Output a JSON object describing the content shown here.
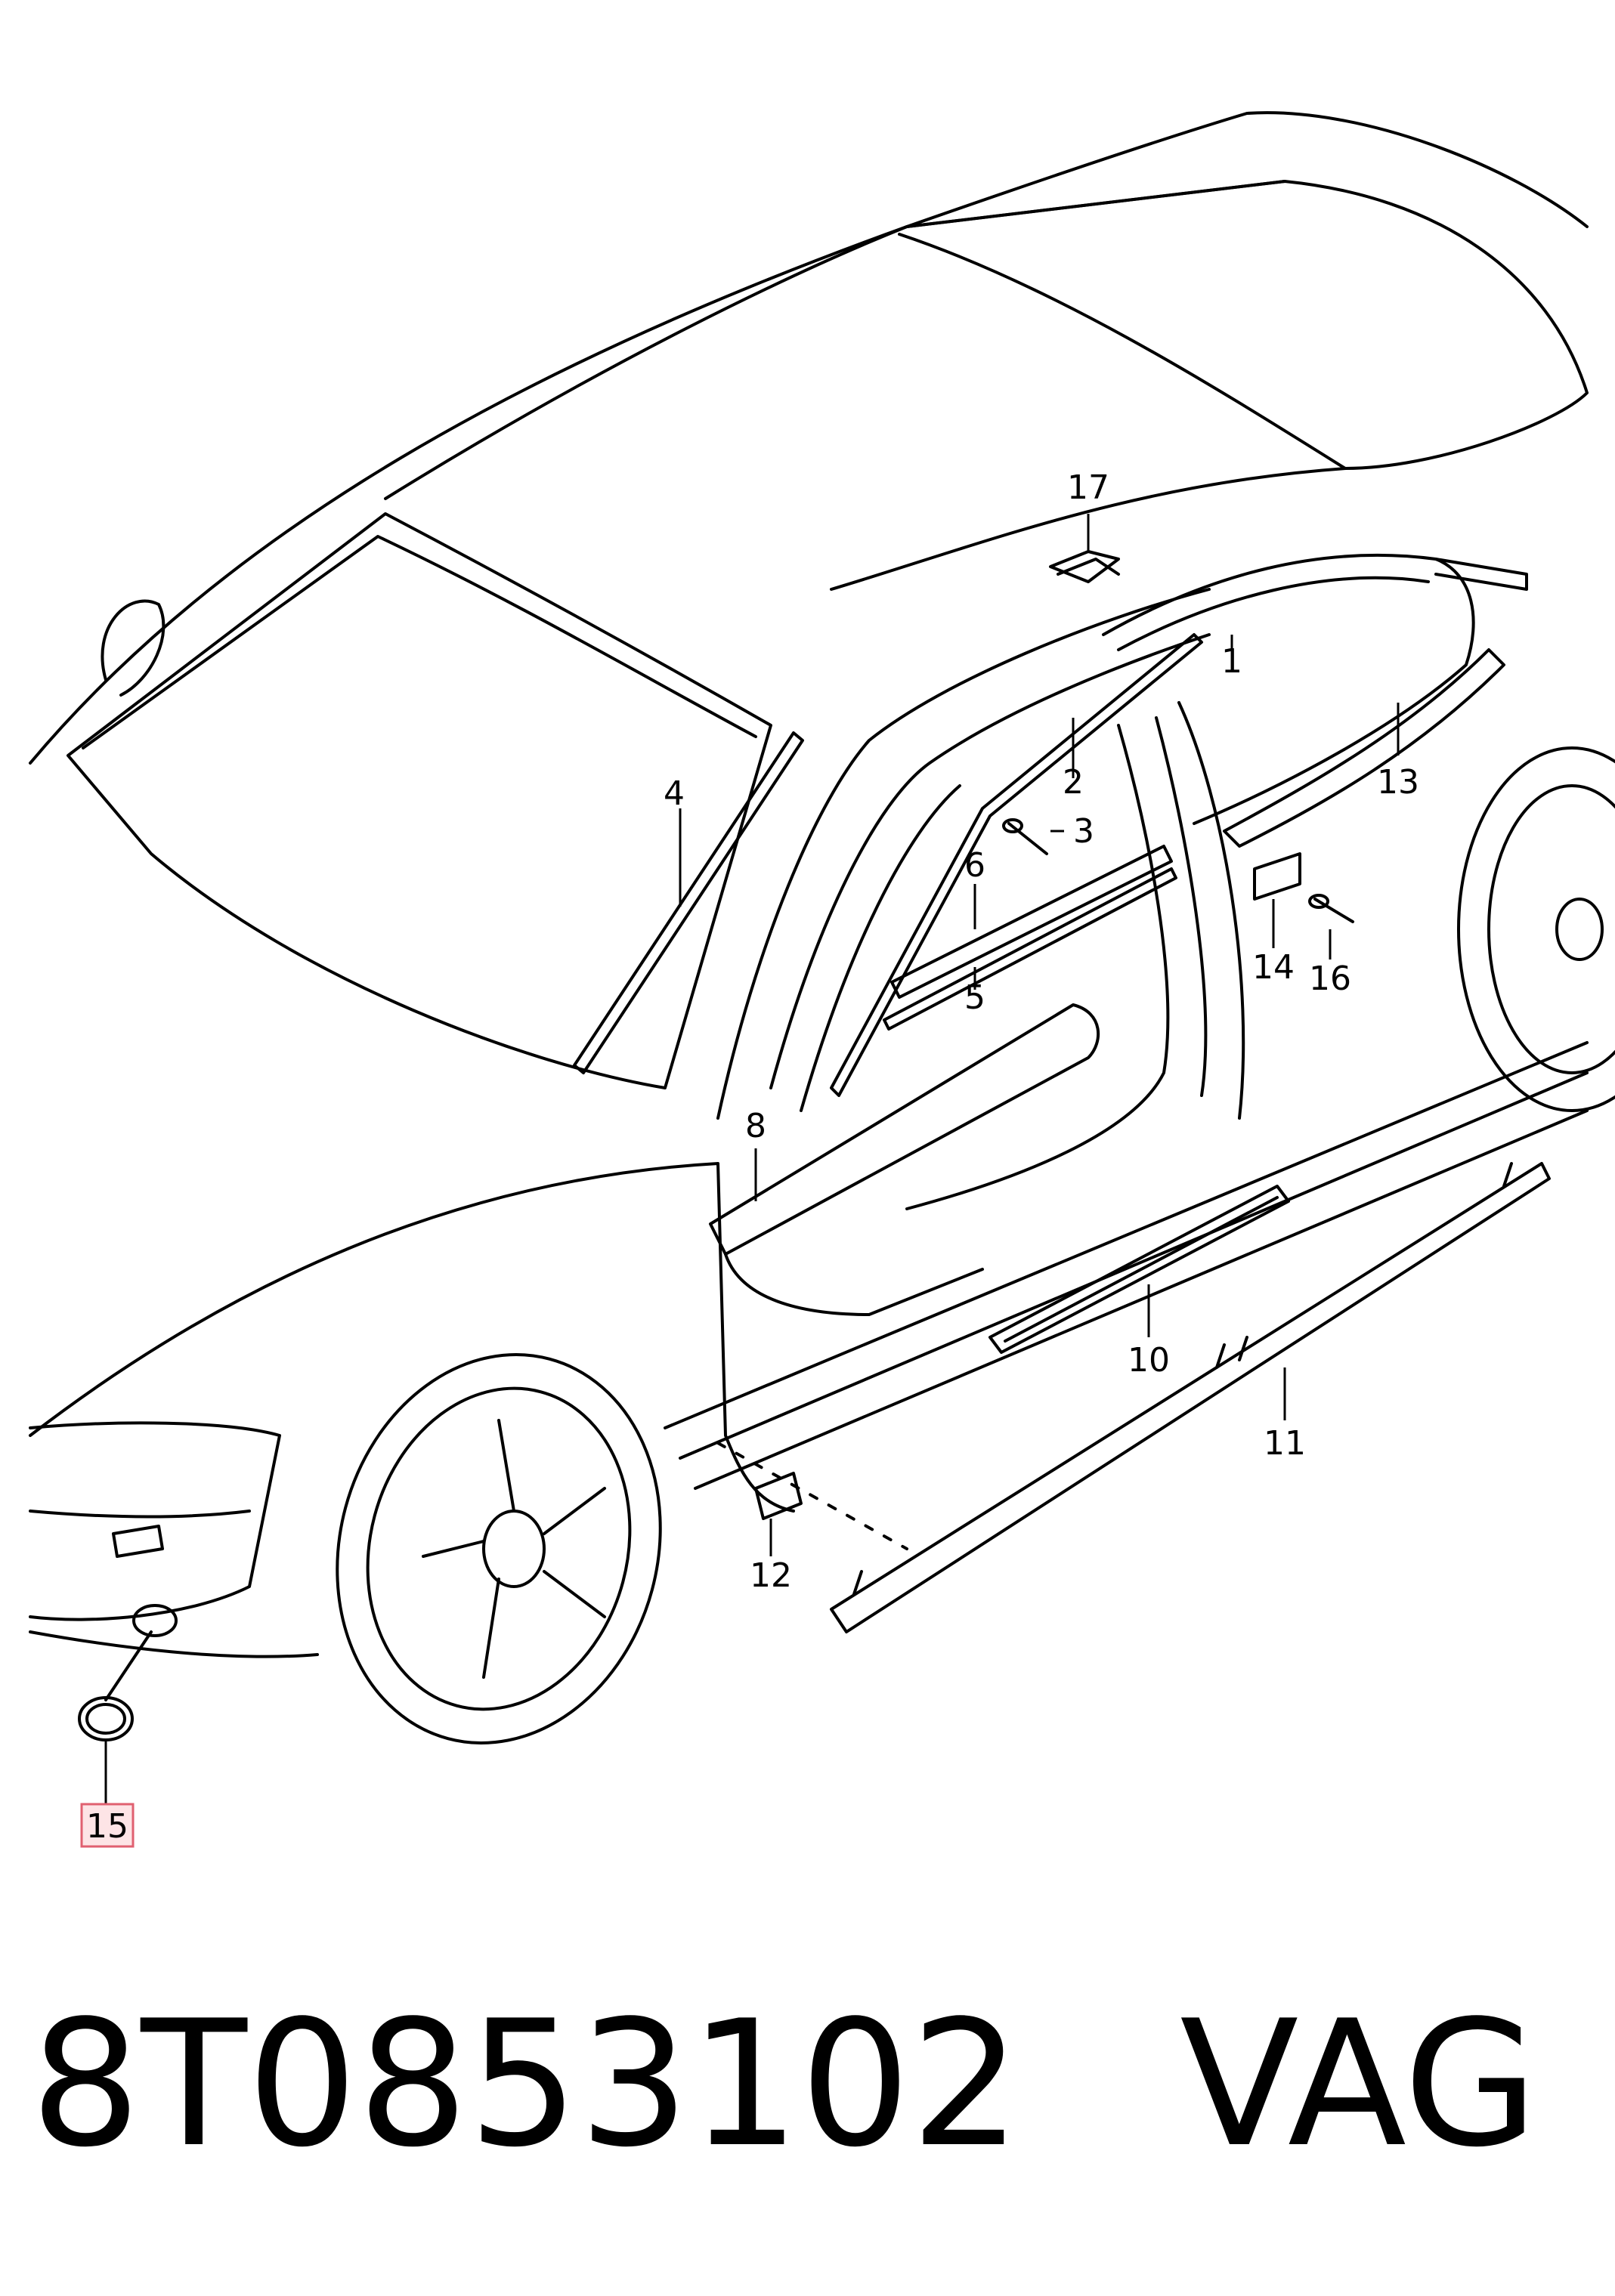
{
  "callouts": {
    "c1": "1",
    "c2": "2",
    "c3": "3",
    "c4": "4",
    "c5": "5",
    "c6": "6",
    "c8": "8",
    "c10": "10",
    "c11": "11",
    "c12": "12",
    "c13": "13",
    "c14": "14",
    "c15": "15",
    "c16": "16",
    "c17": "17"
  },
  "highlight": {
    "callout": "15",
    "color": "#e06070",
    "fill": "#fde4e6"
  },
  "footer": {
    "part_number": "8T0853102",
    "brand": "VAG"
  }
}
